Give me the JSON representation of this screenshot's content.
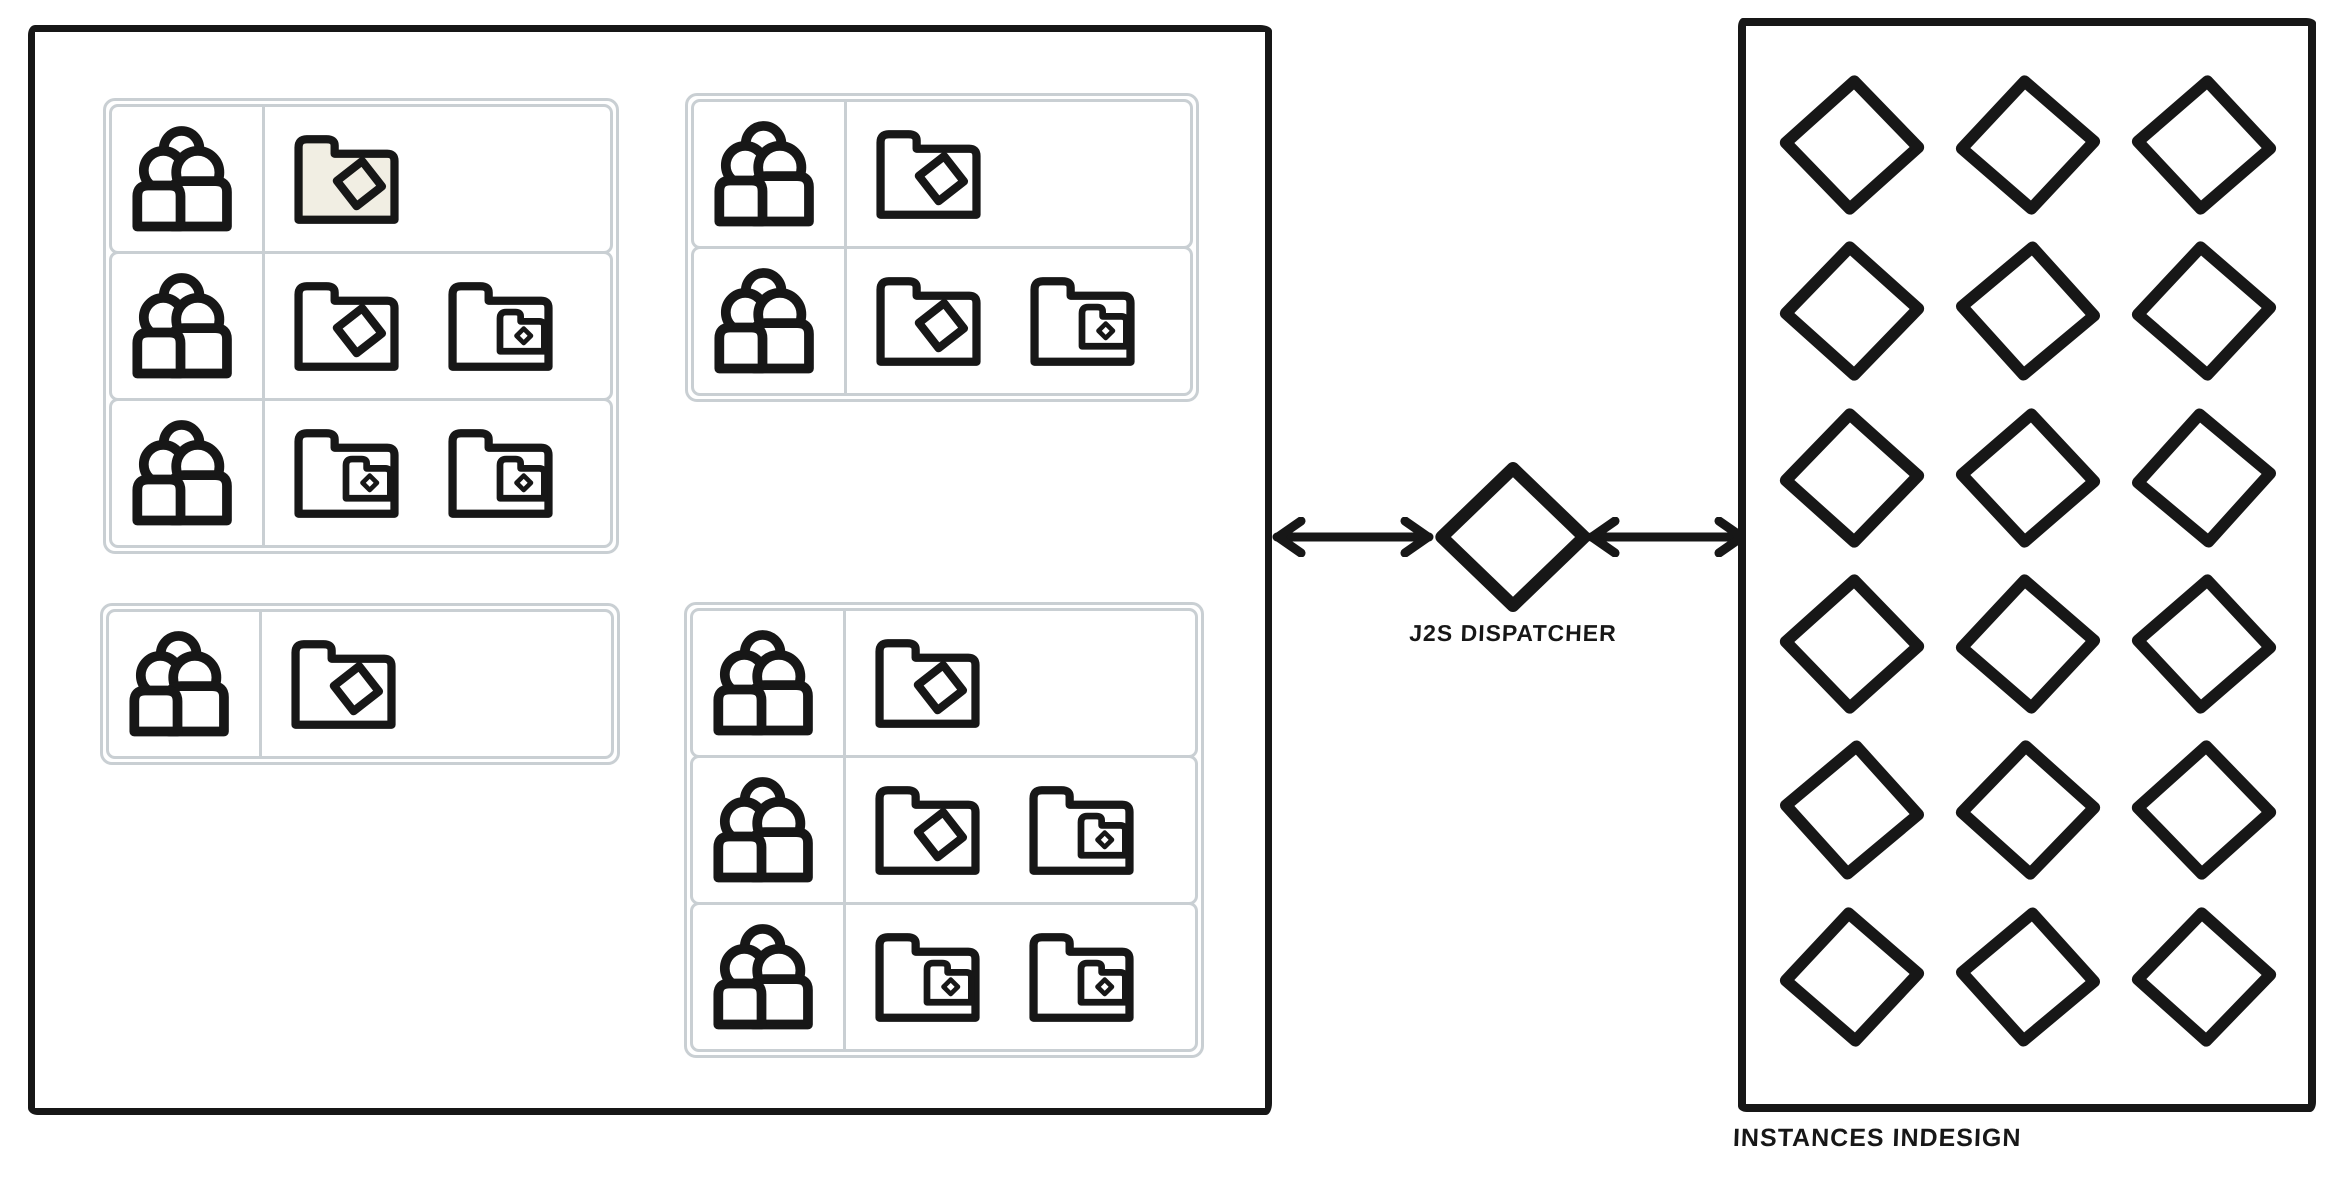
{
  "left_panel": {
    "name": "client-teams-panel",
    "groups": [
      {
        "rows": [
          {
            "people_icon": "users-icon",
            "folders": [
              {
                "icon": "folder-diamond-icon",
                "highlighted": true
              }
            ]
          },
          {
            "people_icon": "users-icon",
            "folders": [
              {
                "icon": "folder-diamond-icon"
              },
              {
                "icon": "folder-subfolder-icon"
              }
            ]
          },
          {
            "people_icon": "users-icon",
            "folders": [
              {
                "icon": "folder-subfolder-icon"
              },
              {
                "icon": "folder-subfolder-icon"
              }
            ]
          }
        ]
      },
      {
        "rows": [
          {
            "people_icon": "users-icon",
            "folders": [
              {
                "icon": "folder-diamond-icon"
              }
            ]
          },
          {
            "people_icon": "users-icon",
            "folders": [
              {
                "icon": "folder-diamond-icon"
              },
              {
                "icon": "folder-subfolder-icon"
              }
            ]
          }
        ]
      },
      {
        "rows": [
          {
            "people_icon": "users-icon",
            "folders": [
              {
                "icon": "folder-diamond-icon"
              }
            ]
          }
        ]
      },
      {
        "rows": [
          {
            "people_icon": "users-icon",
            "folders": [
              {
                "icon": "folder-diamond-icon"
              }
            ]
          },
          {
            "people_icon": "users-icon",
            "folders": [
              {
                "icon": "folder-diamond-icon"
              },
              {
                "icon": "folder-subfolder-icon"
              }
            ]
          },
          {
            "people_icon": "users-icon",
            "folders": [
              {
                "icon": "folder-subfolder-icon"
              },
              {
                "icon": "folder-subfolder-icon"
              }
            ]
          }
        ]
      }
    ]
  },
  "dispatcher": {
    "label": "J2S DISPATCHER",
    "icon": "diamond-icon"
  },
  "connections": [
    {
      "from": "left-panel",
      "to": "dispatcher",
      "style": "double-headed-arrow"
    },
    {
      "from": "dispatcher",
      "to": "right-panel",
      "style": "double-headed-arrow"
    }
  ],
  "right_panel": {
    "label": "INSTANCES INDESIGN",
    "icon": "diamond-icon",
    "instance_count": 18,
    "grid": {
      "columns": 3,
      "rows": 6
    }
  },
  "colors": {
    "ink": "#171717",
    "cell_border": "#c9cfd3",
    "highlight_folder_fill": "#f1eee3",
    "background": "#ffffff"
  }
}
